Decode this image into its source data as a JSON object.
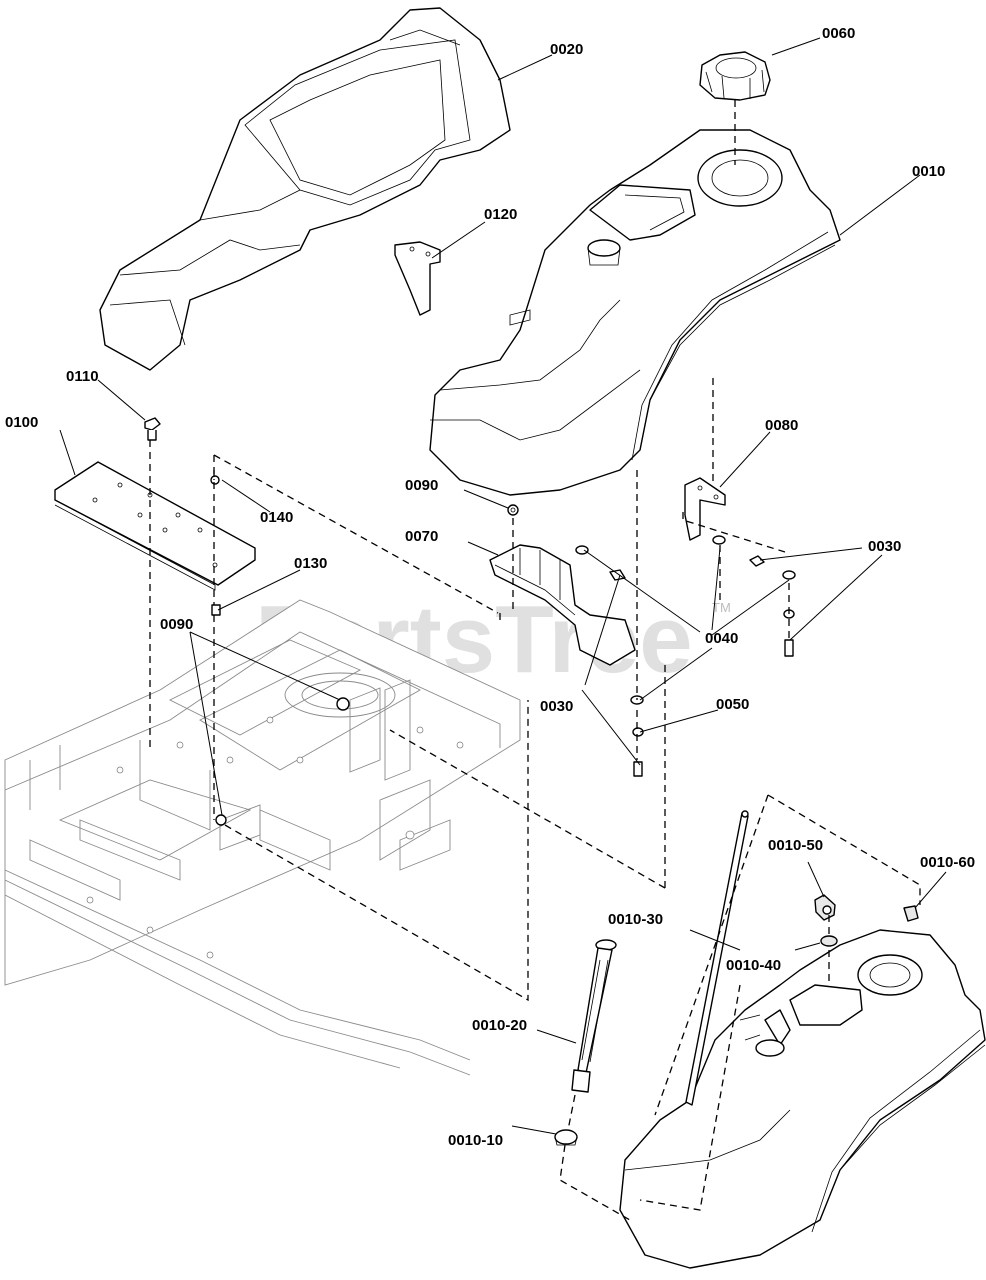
{
  "watermark": {
    "text": "PartsTree",
    "trademark": "TM"
  },
  "colors": {
    "line": "#000000",
    "frame": "#8a8a8a",
    "watermark": "#d9d9d9"
  },
  "callouts": {
    "c0010": "0010",
    "c0020": "0020",
    "c0030a": "0030",
    "c0030b": "0030",
    "c0040": "0040",
    "c0050": "0050",
    "c0060": "0060",
    "c0070": "0070",
    "c0080": "0080",
    "c0090a": "0090",
    "c0090b": "0090",
    "c0100": "0100",
    "c0110": "0110",
    "c0120": "0120",
    "c0130": "0130",
    "c0140": "0140",
    "c0010_10": "0010-10",
    "c0010_20": "0010-20",
    "c0010_30": "0010-30",
    "c0010_40": "0010-40",
    "c0010_50": "0010-50",
    "c0010_60": "0010-60"
  }
}
